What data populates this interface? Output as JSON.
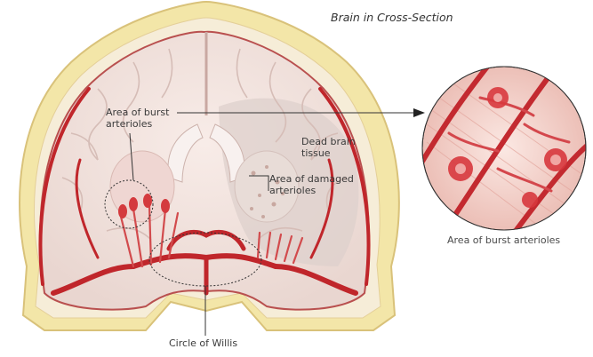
{
  "title": "Brain in Cross-Section",
  "labels": {
    "burst_area": [
      "Area of burst",
      "arterioles"
    ],
    "dead_tissue": [
      "Dead brain",
      "tissue"
    ],
    "damaged_area": [
      "Area of damaged",
      "arterioles"
    ],
    "circle_of_willis": "Circle of Willis",
    "inset_caption": "Area of burst arterioles"
  },
  "colors": {
    "skull": "#f3e6a8",
    "skull_edge": "#d9c27a",
    "brain": "#f1e4e0",
    "gyri_line": "#d8c2bd",
    "artery": "#c0262b",
    "artery_light": "#e07a7c",
    "dead_tissue": "#ddd0cc",
    "inset_bg": "#f4d9d3"
  }
}
